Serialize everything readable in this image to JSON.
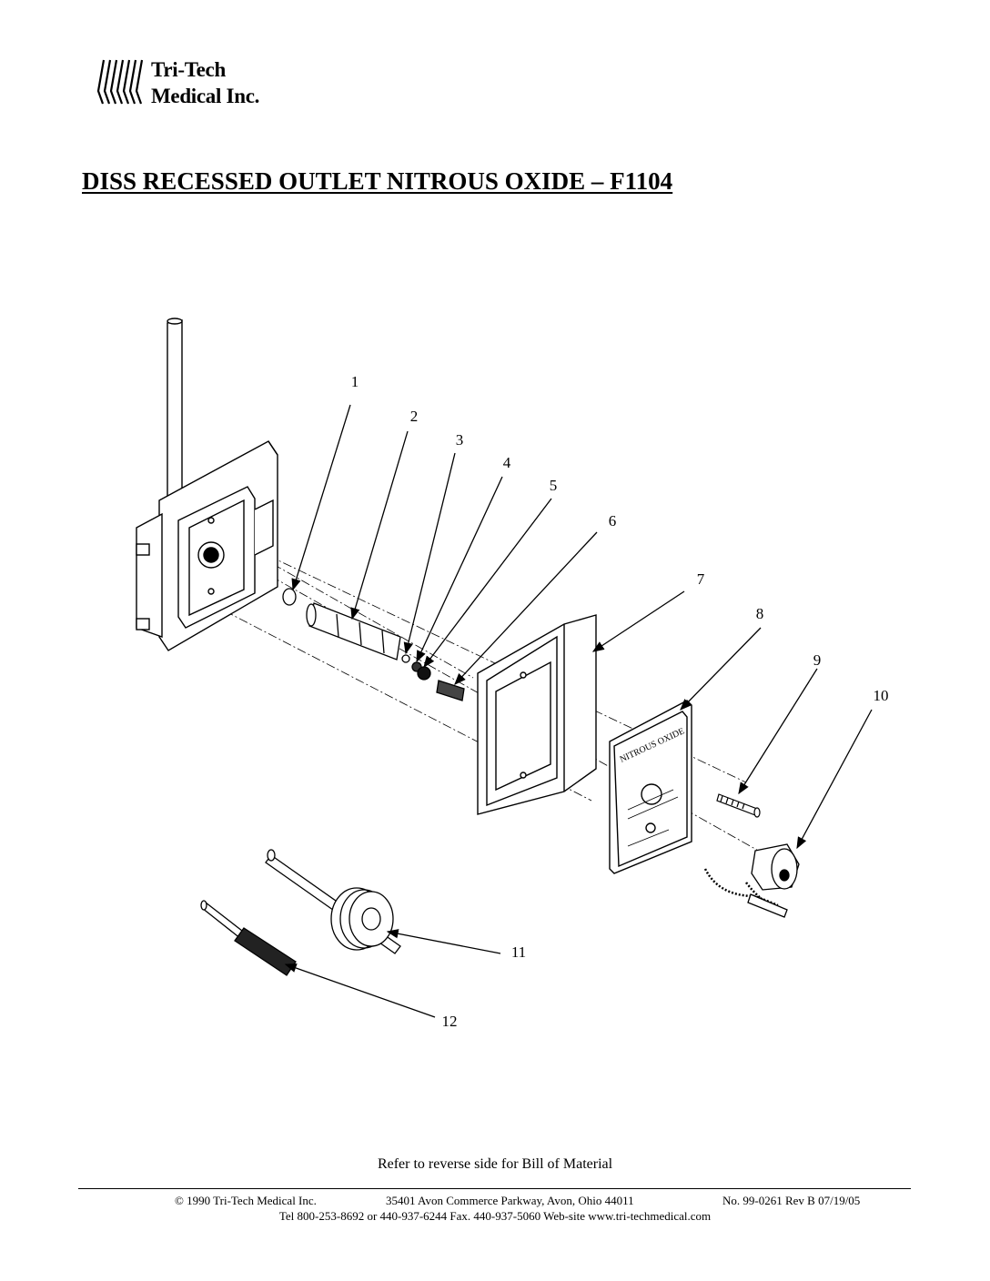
{
  "company": {
    "name_line1": "Tri-Tech",
    "name_line2": "Medical Inc."
  },
  "title": "DISS RECESSED OUTLET NITROUS OXIDE – F1104",
  "diagram": {
    "callouts": [
      "1",
      "2",
      "3",
      "4",
      "5",
      "6",
      "7",
      "8",
      "9",
      "10",
      "11",
      "12"
    ],
    "faceplate_label": "NITROUS OXIDE"
  },
  "note": "Refer to reverse side for Bill of Material",
  "footer": {
    "copyright": "© 1990 Tri-Tech Medical Inc.",
    "address": "35401 Avon Commerce Parkway, Avon, Ohio 44011",
    "doc_no": "No. 99-0261 Rev B 07/19/05",
    "contact": "Tel 800-253-8692 or 440-937-6244 Fax. 440-937-5060 Web-site www.tri-techmedical.com"
  }
}
